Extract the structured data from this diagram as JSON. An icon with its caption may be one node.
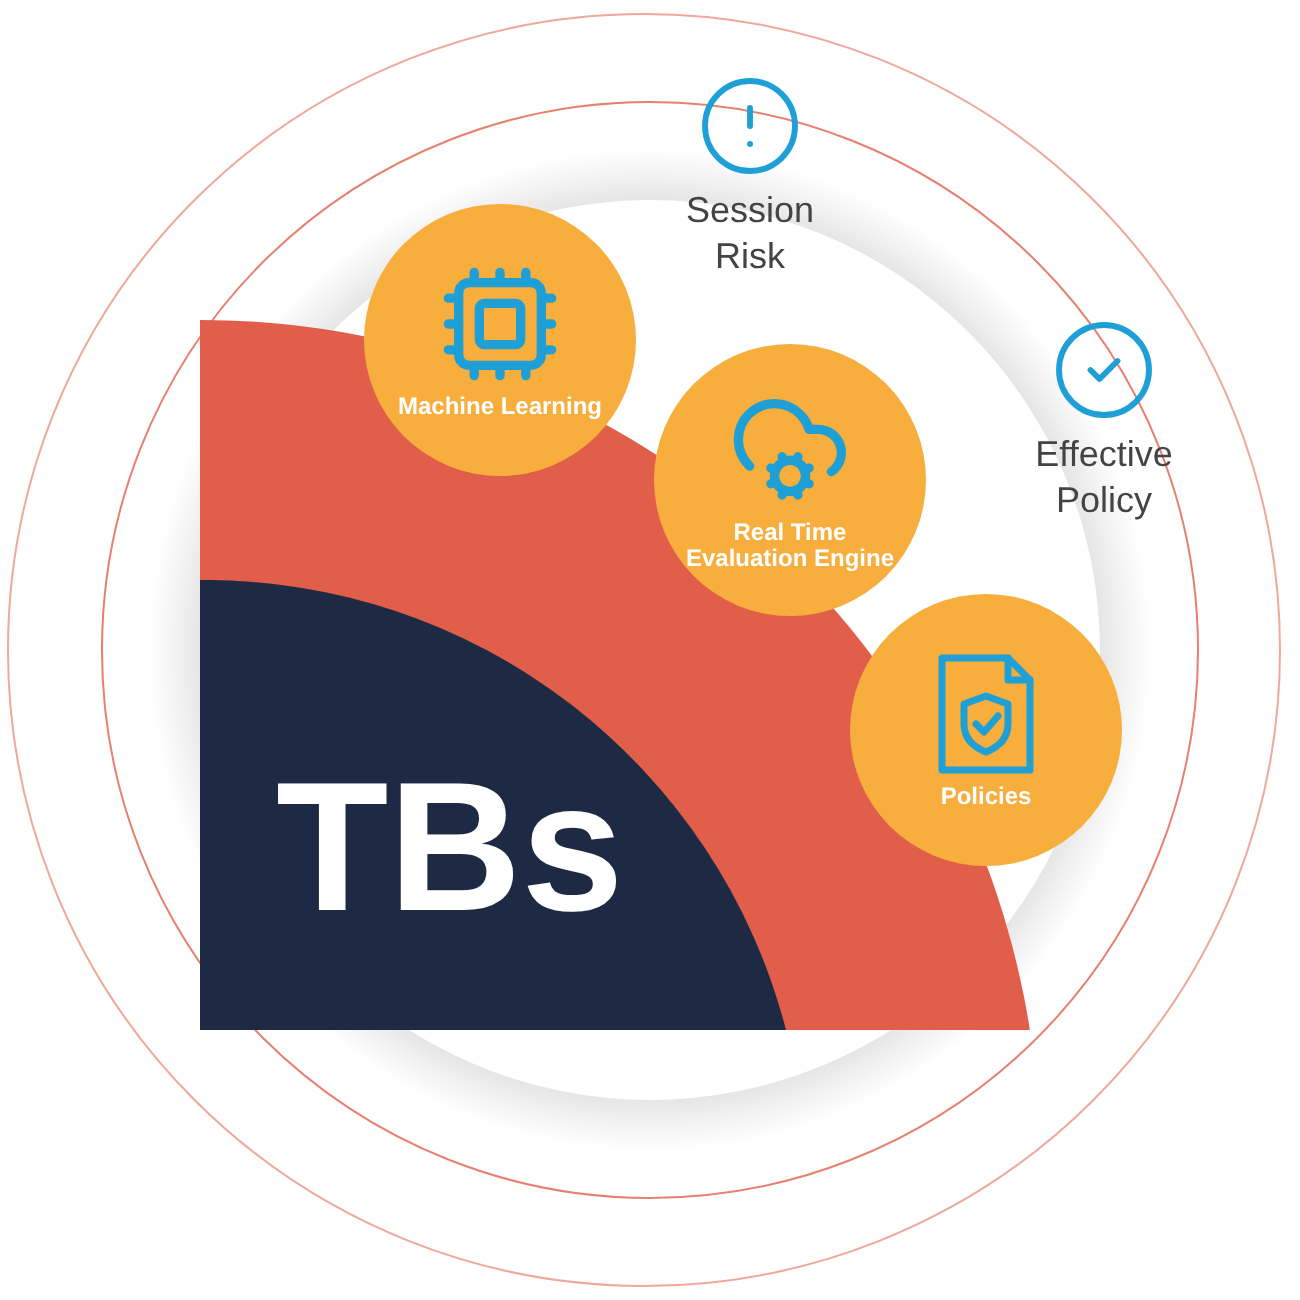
{
  "diagram": {
    "nodes": [
      {
        "text": [
          "TBs"
        ]
      },
      {
        "text": [
          "Machine Learning"
        ]
      },
      {
        "text": [
          "Real Time Evaluation Engine"
        ]
      },
      {
        "text": [
          "Policies"
        ]
      },
      {
        "text": [
          "Session Risk"
        ]
      },
      {
        "text": [
          "Effective Policy"
        ]
      }
    ]
  }
}
